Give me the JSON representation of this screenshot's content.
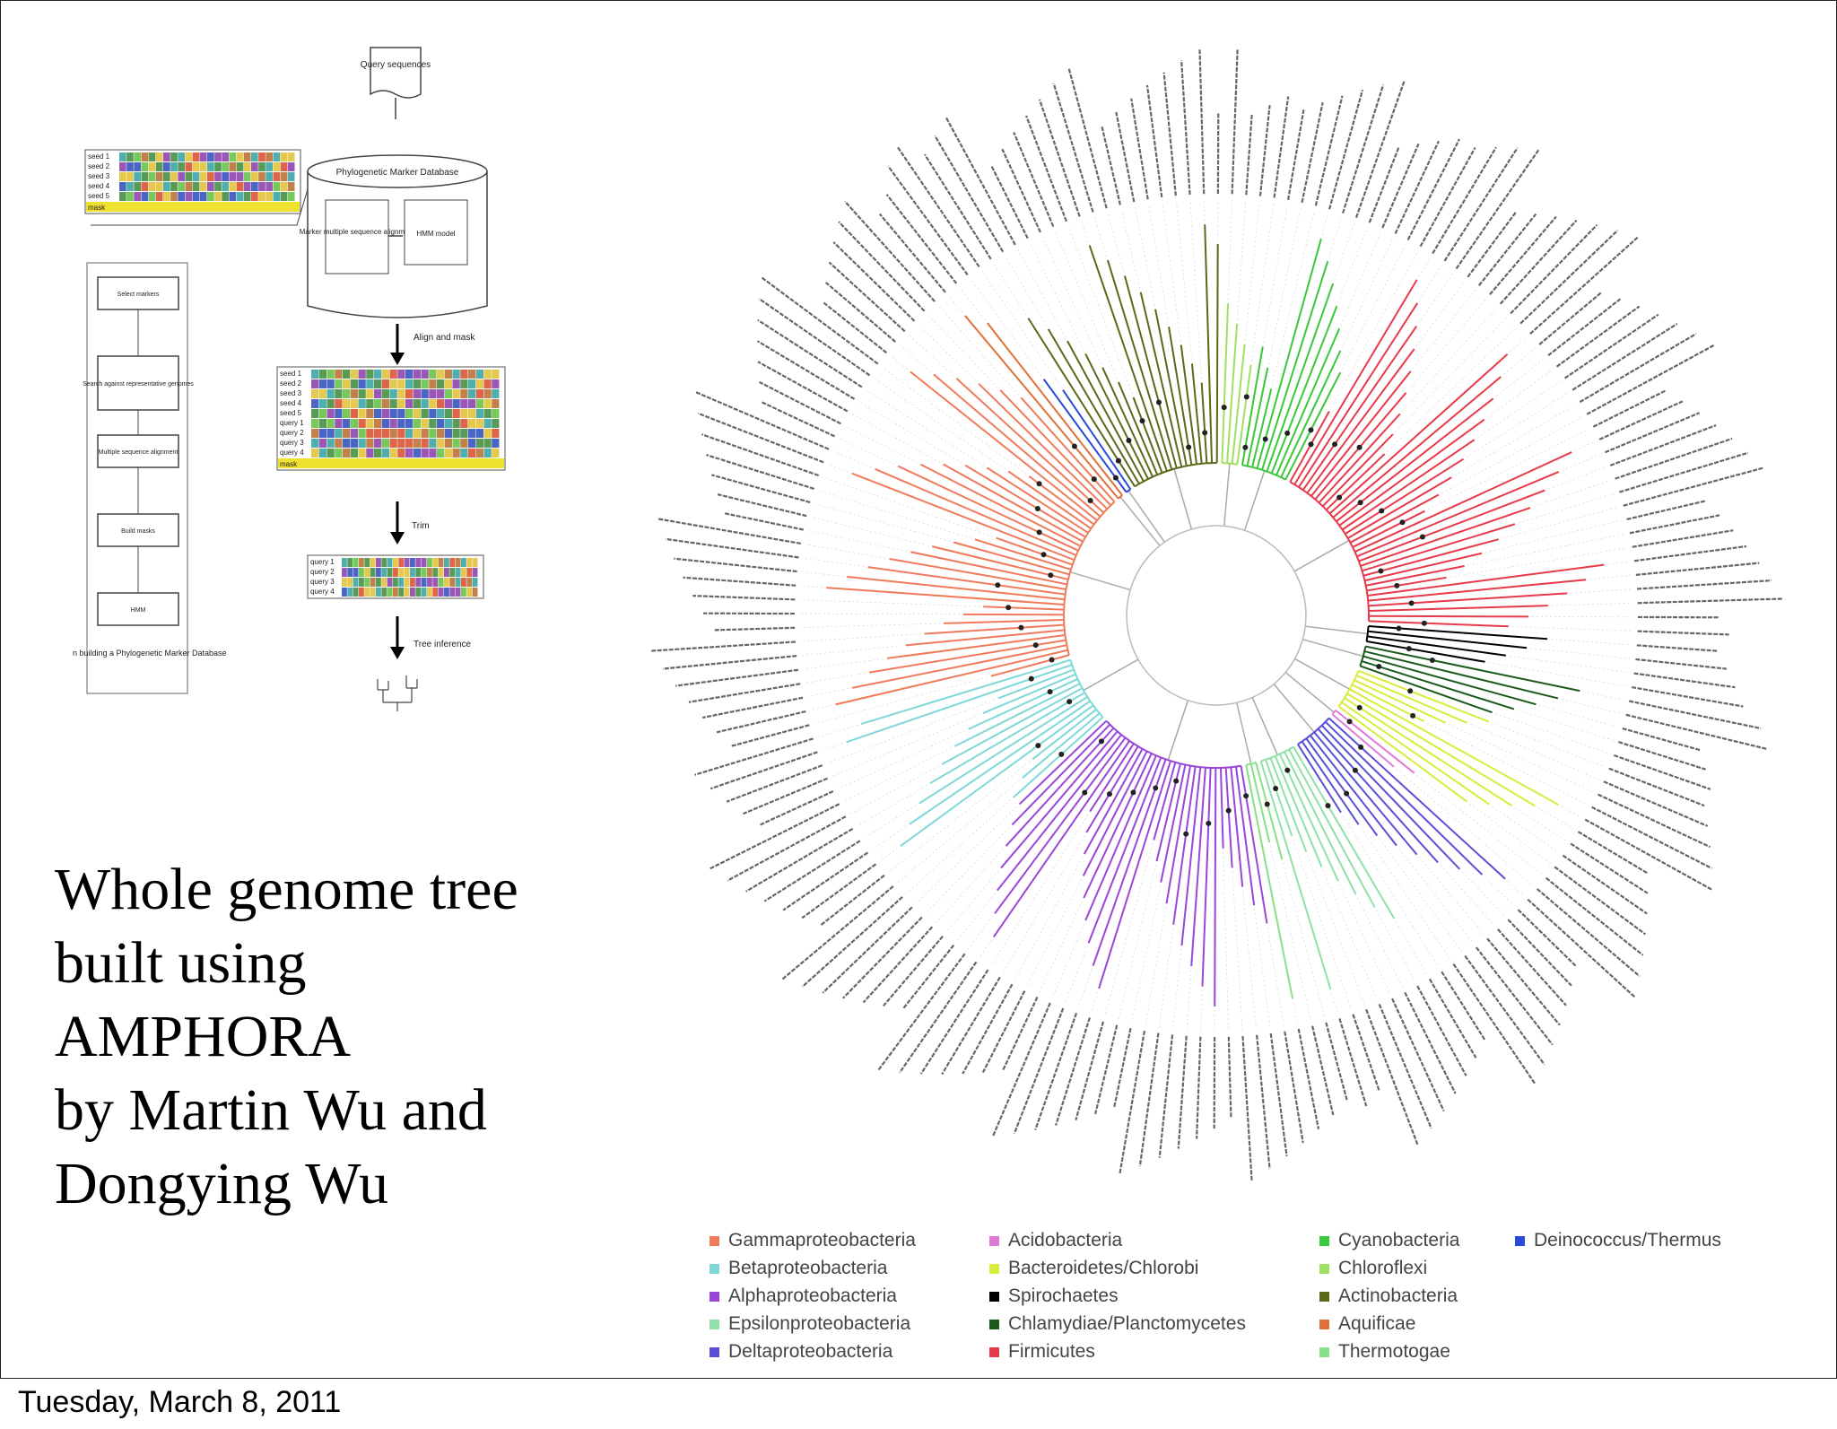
{
  "footer": {
    "date": "Tuesday, March 8, 2011"
  },
  "caption": {
    "lines": [
      "Whole genome tree",
      "built using",
      "AMPHORA",
      "by Martin Wu and",
      "Dongying Wu"
    ]
  },
  "flowchart": {
    "query_box": "Query sequences",
    "database_title": "Phylogenetic Marker Database",
    "marker_alignment": "Marker multiple sequence alignment",
    "hmm_model": "HMM model",
    "align_mask": "Align and mask",
    "trim": "Trim",
    "tree_inference": "Tree inference",
    "mask_label": "mask",
    "steps": [
      "Select markers",
      "Search against representative genomes",
      "Multiple sequence alignment",
      "Build masks",
      "HMM"
    ],
    "steps_caption": "Steps in building a Phylogenetic Marker Database",
    "seed_rows": [
      "seed 1",
      "seed 2",
      "seed 3",
      "seed 4",
      "seed 5"
    ],
    "aligned_rows": [
      "seed 1",
      "seed 2",
      "seed 3",
      "seed 4",
      "seed 5",
      "query 1",
      "query 2",
      "query 3",
      "query 4"
    ],
    "query_rows": [
      "query 1",
      "query 2",
      "query 3",
      "query 4"
    ]
  },
  "tree": {
    "clades": [
      {
        "name": "Gammaproteobacteria",
        "color": "#f07a5a",
        "leaves": 34
      },
      {
        "name": "Betaproteobacteria",
        "color": "#7fd8d8",
        "leaves": 14
      },
      {
        "name": "Alphaproteobacteria",
        "color": "#9a46d8",
        "leaves": 30
      },
      {
        "name": "Epsilonproteobacteria",
        "color": "#90e0a8",
        "leaves": 8
      },
      {
        "name": "Deltaproteobacteria",
        "color": "#5a4ed8",
        "leaves": 9
      },
      {
        "name": "Acidobacteria",
        "color": "#e07ad8",
        "leaves": 2
      },
      {
        "name": "Bacteroidetes/Chlorobi",
        "color": "#d8ec3a",
        "leaves": 9
      },
      {
        "name": "Spirochaetes",
        "color": "#000000",
        "leaves": 4
      },
      {
        "name": "Chlamydiae/Planctomycetes",
        "color": "#1a5a1a",
        "leaves": 5
      },
      {
        "name": "Firmicutes",
        "color": "#e83a4a",
        "leaves": 34
      },
      {
        "name": "Cyanobacteria",
        "color": "#3ac83a",
        "leaves": 10
      },
      {
        "name": "Chloroflexi",
        "color": "#a0e060",
        "leaves": 4
      },
      {
        "name": "Actinobacteria",
        "color": "#5a6a1a",
        "leaves": 18
      },
      {
        "name": "Aquificae",
        "color": "#e0703a",
        "leaves": 2
      },
      {
        "name": "Thermotogae",
        "color": "#88e088",
        "leaves": 3
      },
      {
        "name": "Deinococcus/Thermus",
        "color": "#2a4ad8",
        "leaves": 2
      }
    ]
  },
  "legend": {
    "columns": [
      [
        "Gammaproteobacteria",
        "Betaproteobacteria",
        "Alphaproteobacteria",
        "Epsilonproteobacteria",
        "Deltaproteobacteria"
      ],
      [
        "Acidobacteria",
        "Bacteroidetes/Chlorobi",
        "Spirochaetes",
        "Chlamydiae/Planctomycetes",
        "Firmicutes"
      ],
      [
        "Cyanobacteria",
        "Chloroflexi",
        "Actinobacteria",
        "Aquificae",
        "Thermotogae"
      ],
      [
        "Deinococcus/Thermus"
      ]
    ]
  }
}
